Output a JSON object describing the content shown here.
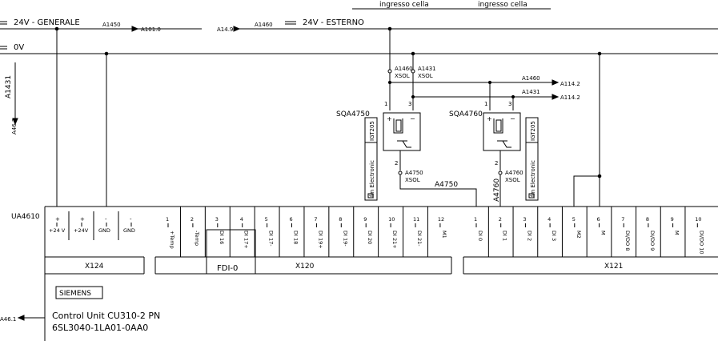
{
  "header": {
    "ingresso_1": "ingresso cella",
    "ingresso_2": "ingresso cella"
  },
  "rails": {
    "r24g": "24V - GENERALE",
    "a1450": "A1450",
    "a101": "A101.0",
    "a149": "A14.9",
    "a1460": "A1460",
    "r24e": "24V - ESTERNO",
    "r0v": "0V",
    "a1431": "A1431",
    "a463": "A46.3"
  },
  "junctions": {
    "a1460": "A1460",
    "a1460_x": "XSOL",
    "a1431": "A1431",
    "a1431_x": "XSOL",
    "out_a1460": "A1460",
    "out_a1142_1": "A114.2",
    "out_a1431": "A1431",
    "out_a1142_2": "A114.2"
  },
  "sensors": {
    "s1": {
      "name": "SQA4750",
      "t1": "1",
      "t2": "2",
      "t3": "3",
      "xs": "A4750",
      "xs_x": "XSOL"
    },
    "s2": {
      "name": "SQA4760",
      "t1": "1",
      "t2": "2",
      "t3": "3",
      "xs": "A4760",
      "xs_x": "XSOL"
    },
    "brand": "ifm Electronic",
    "model": "IGT205"
  },
  "wires": {
    "a4750": "A4750",
    "a4760": "A4760"
  },
  "unit": {
    "tag": "UA4610",
    "x124_label": "X124",
    "x124": [
      {
        "n": "+",
        "s": "+24 V"
      },
      {
        "n": "+",
        "s": "+24V"
      },
      {
        "n": "-",
        "s": "GND"
      },
      {
        "n": "-",
        "s": "GND"
      }
    ],
    "x120_label": "X120",
    "fdi": "FDI-0",
    "x120": [
      {
        "n": "1",
        "s": "+Temp"
      },
      {
        "n": "2",
        "s": "-Temp"
      },
      {
        "n": "3",
        "s": "DI 16"
      },
      {
        "n": "4",
        "s": "DI 17+"
      },
      {
        "n": "5",
        "s": "DI 17-"
      },
      {
        "n": "6",
        "s": "DI 18"
      },
      {
        "n": "7",
        "s": "DI 19+"
      },
      {
        "n": "8",
        "s": "DI 19-"
      },
      {
        "n": "9",
        "s": "DI 20"
      },
      {
        "n": "10",
        "s": "DI 21+"
      },
      {
        "n": "11",
        "s": "DI 21-"
      },
      {
        "n": "12",
        "s": "M1"
      }
    ],
    "x121_label": "X121",
    "x121": [
      {
        "n": "1",
        "s": "DI 0"
      },
      {
        "n": "2",
        "s": "DI 1"
      },
      {
        "n": "3",
        "s": "DI 2"
      },
      {
        "n": "4",
        "s": "DI 3"
      },
      {
        "n": "5",
        "s": "M2"
      },
      {
        "n": "6",
        "s": "M"
      },
      {
        "n": "7",
        "s": "DI/DO 8"
      },
      {
        "n": "8",
        "s": "DI/DO 9"
      },
      {
        "n": "9",
        "s": "M"
      },
      {
        "n": "10",
        "s": "DI/DO 10"
      }
    ],
    "logo": "SIEMENS",
    "a461": "A46.1",
    "title": "Control Unit CU310-2 PN",
    "part": "6SL3040-1LA01-0AA0"
  }
}
